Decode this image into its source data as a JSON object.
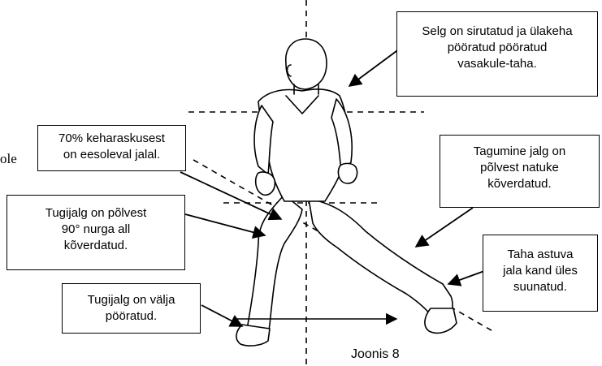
{
  "callouts": {
    "top_right": [
      "Selg on sirutatud ja ülakeha",
      "pööratud  pööratud",
      "vasakule-taha."
    ],
    "weight": [
      "70% keharaskusest",
      "on eesoleval jalal."
    ],
    "rear_leg": [
      "Tagumine jalg on",
      "põlvest natuke",
      "kõverdatud."
    ],
    "support_knee": [
      "Tugijalg on põlvest",
      "90° nurga all",
      "kõverdatud."
    ],
    "heel": [
      "Taha astuva",
      "jala kand üles",
      "suunatud."
    ],
    "support_foot": [
      "Tugijalg on välja",
      "pööratud."
    ]
  },
  "fragment_text": "ole",
  "caption": "Joonis 8"
}
